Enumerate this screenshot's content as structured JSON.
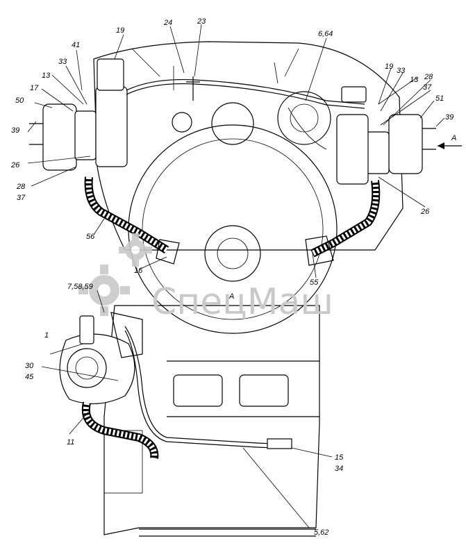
{
  "watermark": {
    "text": "СпецМаш",
    "gear_color": "#c9c9c9"
  },
  "callouts": [
    "1",
    "5,62",
    "6,64",
    "7,58,59",
    "11",
    "13",
    "13",
    "15",
    "16",
    "17",
    "19",
    "19",
    "23",
    "24",
    "26",
    "26",
    "28",
    "28",
    "30",
    "33",
    "33",
    "34",
    "37",
    "37",
    "39",
    "39",
    "41",
    "45",
    "50",
    "51",
    "55",
    "56",
    "A",
    "A"
  ]
}
